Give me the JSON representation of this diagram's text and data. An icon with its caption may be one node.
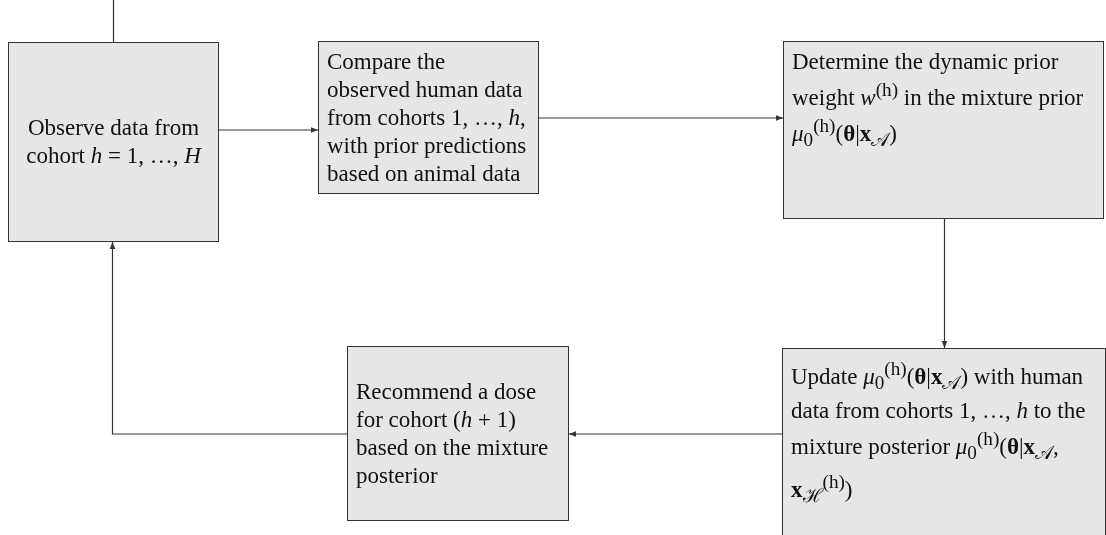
{
  "diagram": {
    "nodes": [
      {
        "text": [
          "Observe data from cohort *h* = 1, …, *H*"
        ]
      },
      {
        "text": [
          "Compare the observed human data from cohorts 1, …, *h*, with prior predictions based on animal data"
        ]
      },
      {
        "text": [
          "Determine the dynamic prior weight *w*$^{(h)}$ in the mixture prior *μ*$_{0}$$^{(h)}$(**θ**|**x**$_{𝒜}$)"
        ]
      },
      {
        "text": [
          "Update *μ*$_{0}$$^{(h)}$(**θ**|**x**$_{𝒜}$) with human data from cohorts 1, …, *h* to the mixture posterior *μ*$_{0}$$^{(h)}$(**θ**|**x**$_{𝒜}$, **x**$_{ℋ}$$^{(h)}$)"
        ]
      },
      {
        "text": [
          "Recommend a dose for cohort (*h* + 1) based on the mixture posterior"
        ]
      }
    ],
    "edges": [
      {
        "from": null,
        "to": 0,
        "arrow": "none"
      },
      {
        "from": 0,
        "to": 1,
        "arrow": "to"
      },
      {
        "from": 1,
        "to": 2,
        "arrow": "to"
      },
      {
        "from": 2,
        "to": 3,
        "arrow": "to"
      },
      {
        "from": 3,
        "to": 4,
        "arrow": "to"
      },
      {
        "from": 4,
        "to": 0,
        "arrow": "to"
      }
    ]
  }
}
